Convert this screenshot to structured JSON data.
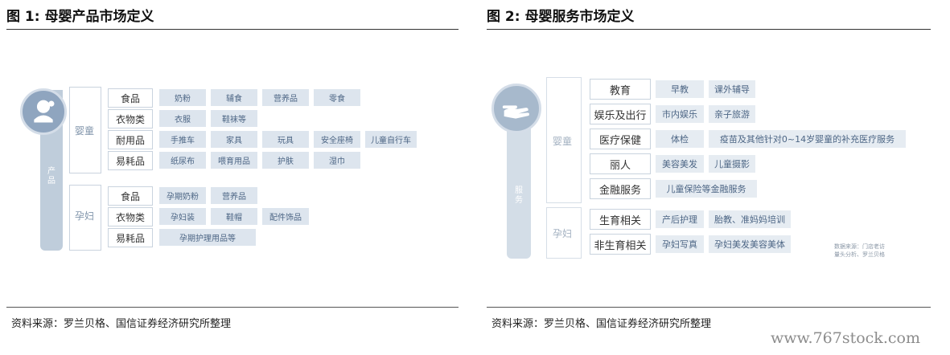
{
  "figure1": {
    "title": "图 1:  母婴产品市场定义",
    "source": "资料来源：罗兰贝格、国信证券经济研究所整理",
    "spine_label": "产品",
    "groups": [
      {
        "label": "婴童",
        "rows": [
          {
            "category": "食品",
            "items": [
              "奶粉",
              "辅食",
              "营养品",
              "零食"
            ]
          },
          {
            "category": "衣物类",
            "items": [
              "衣服",
              "鞋袜等"
            ]
          },
          {
            "category": "耐用品",
            "items": [
              "手推车",
              "家具",
              "玩具",
              "安全座椅",
              "儿童自行车"
            ]
          },
          {
            "category": "易耗品",
            "items": [
              "纸尿布",
              "喂育用品",
              "护肤",
              "湿巾"
            ]
          }
        ]
      },
      {
        "label": "孕妇",
        "rows": [
          {
            "category": "食品",
            "items": [
              "孕期奶粉",
              "营养品"
            ]
          },
          {
            "category": "衣物类",
            "items": [
              "孕妇装",
              "鞋帽",
              "配件饰品"
            ]
          },
          {
            "category": "易耗品",
            "items": [
              "孕期护理用品等"
            ]
          }
        ]
      }
    ]
  },
  "figure2": {
    "title": "图 2:  母婴服务市场定义",
    "source": "资料来源：罗兰贝格、国信证券经济研究所整理",
    "spine_label": "服务",
    "groups": [
      {
        "label": "婴童",
        "rows": [
          {
            "category": "教育",
            "items": [
              "早教",
              "课外辅导"
            ]
          },
          {
            "category": "娱乐及出行",
            "items": [
              "市内娱乐",
              "亲子旅游"
            ]
          },
          {
            "category": "医疗保健",
            "items": [
              "体检",
              "疫苗及其他针对0~14岁婴童的补充医疗服务"
            ]
          },
          {
            "category": "丽人",
            "items": [
              "美容美发",
              "儿童摄影"
            ]
          },
          {
            "category": "金融服务",
            "items": [
              "儿童保险等金融服务"
            ]
          }
        ]
      },
      {
        "label": "孕妇",
        "rows": [
          {
            "category": "生育相关",
            "items": [
              "产后护理",
              "胎教、准妈妈培训"
            ]
          },
          {
            "category": "非生育相关",
            "items": [
              "孕妇写真",
              "孕妇美发美容美体"
            ]
          }
        ]
      }
    ],
    "note_lines": [
      "数据来源：门店老访",
      "量头分析、罗兰贝格"
    ]
  },
  "watermark": "www.767stock.com",
  "colors": {
    "chip_bg": "#dde5ee",
    "chip_text": "#4d6685",
    "spine": "#bfcddb",
    "circle": "#8fa5bf",
    "border": "#c9d3de"
  }
}
